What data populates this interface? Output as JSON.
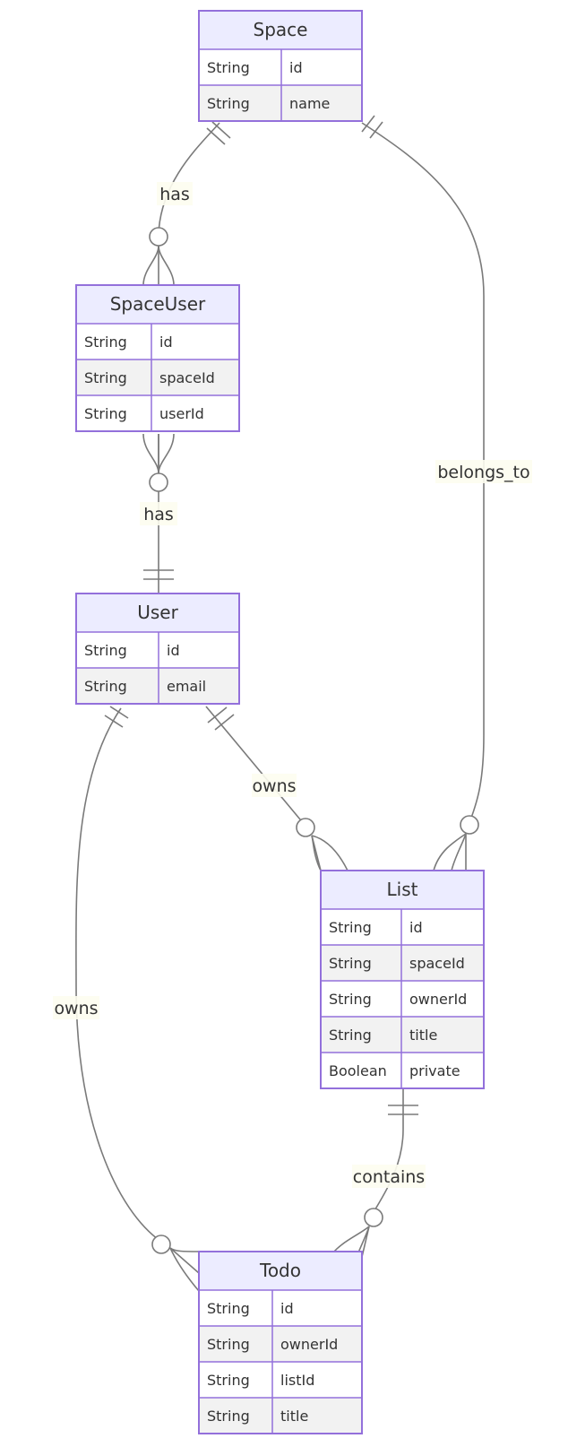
{
  "entities": {
    "space": {
      "name": "Space",
      "attributes": [
        {
          "type": "String",
          "name": "id"
        },
        {
          "type": "String",
          "name": "name"
        }
      ]
    },
    "space_user": {
      "name": "SpaceUser",
      "attributes": [
        {
          "type": "String",
          "name": "id"
        },
        {
          "type": "String",
          "name": "spaceId"
        },
        {
          "type": "String",
          "name": "userId"
        }
      ]
    },
    "user": {
      "name": "User",
      "attributes": [
        {
          "type": "String",
          "name": "id"
        },
        {
          "type": "String",
          "name": "email"
        }
      ]
    },
    "list": {
      "name": "List",
      "attributes": [
        {
          "type": "String",
          "name": "id"
        },
        {
          "type": "String",
          "name": "spaceId"
        },
        {
          "type": "String",
          "name": "ownerId"
        },
        {
          "type": "String",
          "name": "title"
        },
        {
          "type": "Boolean",
          "name": "private"
        }
      ]
    },
    "todo": {
      "name": "Todo",
      "attributes": [
        {
          "type": "String",
          "name": "id"
        },
        {
          "type": "String",
          "name": "ownerId"
        },
        {
          "type": "String",
          "name": "listId"
        },
        {
          "type": "String",
          "name": "title"
        }
      ]
    }
  },
  "relationships": {
    "space_has_spaceuser": {
      "label": "has",
      "from": "Space",
      "to": "SpaceUser",
      "from_card": "exactly-one",
      "to_card": "zero-or-more"
    },
    "spaceuser_has_user": {
      "label": "has",
      "from": "SpaceUser",
      "to": "User",
      "from_card": "zero-or-more",
      "to_card": "exactly-one"
    },
    "space_belongs_to_list": {
      "label": "belongs_to",
      "from": "Space",
      "to": "List",
      "from_card": "exactly-one",
      "to_card": "zero-or-more"
    },
    "user_owns_list": {
      "label": "owns",
      "from": "User",
      "to": "List",
      "from_card": "exactly-one",
      "to_card": "zero-or-more"
    },
    "user_owns_todo": {
      "label": "owns",
      "from": "User",
      "to": "Todo",
      "from_card": "exactly-one",
      "to_card": "zero-or-more"
    },
    "list_contains_todo": {
      "label": "contains",
      "from": "List",
      "to": "Todo",
      "from_card": "exactly-one",
      "to_card": "zero-or-more"
    }
  }
}
